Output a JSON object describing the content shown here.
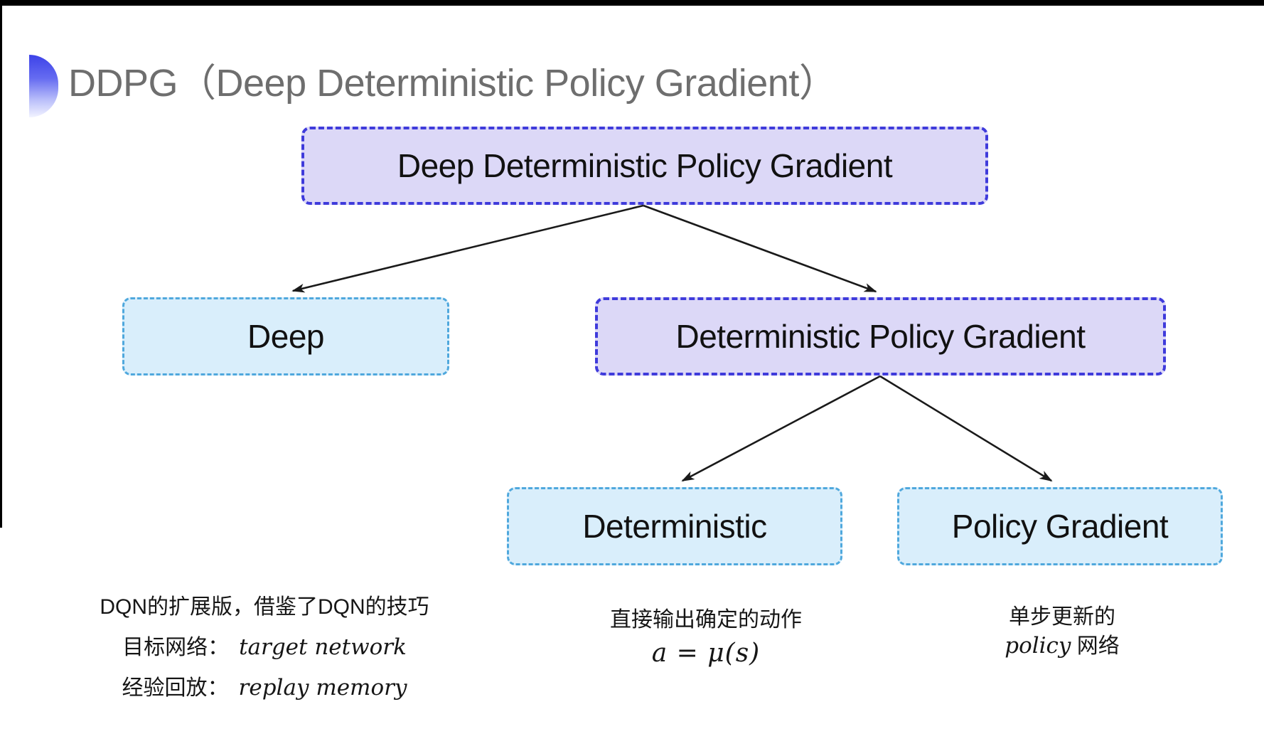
{
  "title": {
    "text": "DDPG（Deep Deterministic Policy Gradient）"
  },
  "nodes": {
    "root": {
      "label": "Deep Deterministic Policy Gradient"
    },
    "deep": {
      "label": "Deep"
    },
    "dpg": {
      "label": "Deterministic Policy Gradient"
    },
    "deterministic": {
      "label": "Deterministic"
    },
    "policy_gradient": {
      "label": "Policy Gradient"
    }
  },
  "notes": {
    "deep": {
      "line1": "DQN的扩展版，借鉴了DQN的技巧",
      "line2_label": "目标网络：",
      "line2_term": "target network",
      "line3_label": "经验回放：",
      "line3_term": "replay memory"
    },
    "deterministic": {
      "line1": "直接输出确定的动作",
      "formula": "a = μ(s)"
    },
    "policy_gradient": {
      "line1": "单步更新的",
      "line2_term": "policy",
      "line2_rest": "网络"
    }
  },
  "colors": {
    "purple_fill": "#dcd8f7",
    "purple_border": "#3f3bdb",
    "cyan_fill": "#d9eefb",
    "cyan_border": "#4fa8dd",
    "arrow": "#1a1a1a",
    "title_text": "#6e6e6e",
    "bullet_gradient_top": "#3c42e8",
    "bullet_gradient_bottom": "#f2f3ff"
  }
}
